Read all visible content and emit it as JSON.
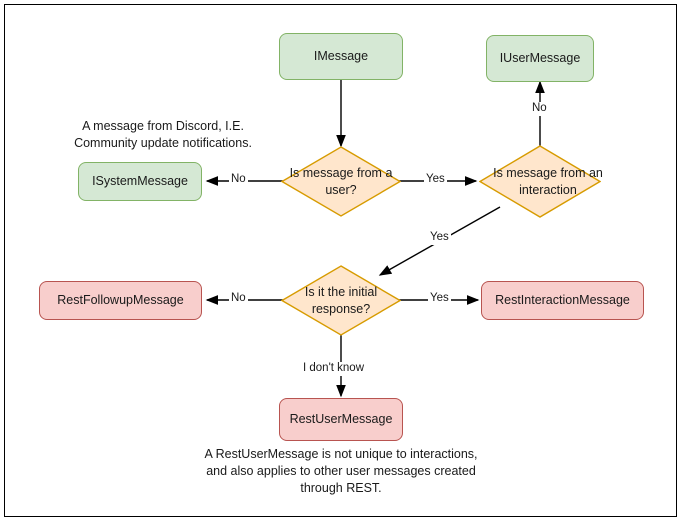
{
  "diagram": {
    "title": "Discord message type decision flowchart",
    "colors": {
      "green_fill": "#d5e8d4",
      "green_stroke": "#82b366",
      "orange_fill": "#ffe6cc",
      "orange_stroke": "#d79b00",
      "pink_fill": "#f8cecc",
      "pink_stroke": "#b85450",
      "edge_stroke": "#000000",
      "frame_stroke": "#000000"
    },
    "nodes": [
      {
        "id": "imessage",
        "label": "IMessage",
        "shape": "rounded-rect",
        "style": "green"
      },
      {
        "id": "iusermessage",
        "label": "IUserMessage",
        "shape": "rounded-rect",
        "style": "green"
      },
      {
        "id": "isystemmessage",
        "label": "ISystemMessage",
        "shape": "rounded-rect",
        "style": "green"
      },
      {
        "id": "is-message-from-a-user",
        "label": "Is message from a user?",
        "shape": "diamond",
        "style": "orange"
      },
      {
        "id": "is-message-from-an-interaction",
        "label": "Is message from an interaction",
        "shape": "diamond",
        "style": "orange"
      },
      {
        "id": "is-it-the-initial-response",
        "label": "Is it the initial response?",
        "shape": "diamond",
        "style": "orange"
      },
      {
        "id": "restfollowupmessage",
        "label": "RestFollowupMessage",
        "shape": "rounded-rect",
        "style": "pink"
      },
      {
        "id": "restinteractionmessage",
        "label": "RestInteractionMessage",
        "shape": "rounded-rect",
        "style": "pink"
      },
      {
        "id": "restusermessage",
        "label": "RestUserMessage",
        "shape": "rounded-rect",
        "style": "pink"
      }
    ],
    "edges": [
      {
        "from": "imessage",
        "to": "is-message-from-a-user",
        "label": ""
      },
      {
        "from": "is-message-from-a-user",
        "to": "isystemmessage",
        "label": "No"
      },
      {
        "from": "is-message-from-a-user",
        "to": "is-message-from-an-interaction",
        "label": "Yes"
      },
      {
        "from": "is-message-from-an-interaction",
        "to": "iusermessage",
        "label": "No"
      },
      {
        "from": "is-message-from-an-interaction",
        "to": "is-it-the-initial-response",
        "label": "Yes"
      },
      {
        "from": "is-it-the-initial-response",
        "to": "restfollowupmessage",
        "label": "No"
      },
      {
        "from": "is-it-the-initial-response",
        "to": "restinteractionmessage",
        "label": "Yes"
      },
      {
        "from": "is-it-the-initial-response",
        "to": "restusermessage",
        "label": "I don't know"
      }
    ],
    "notes": [
      {
        "id": "system-message-note",
        "line1": "A message from Discord, I.E.",
        "line2": "Community update notifications."
      },
      {
        "id": "rest-user-message-note",
        "line1": "A RestUserMessage is not unique to interactions,",
        "line2": "and also applies to other user messages created",
        "line3": "through REST."
      }
    ],
    "edge_labels": {
      "user_no": "No",
      "user_yes": "Yes",
      "interaction_no": "No",
      "interaction_yes": "Yes",
      "initial_no": "No",
      "initial_yes": "Yes",
      "initial_unknown": "I don't know"
    },
    "node_labels": {
      "imessage": "IMessage",
      "iusermessage": "IUserMessage",
      "isystemmessage": "ISystemMessage",
      "q_user": "Is message from a user?",
      "q_interaction": "Is message from an interaction",
      "q_initial": "Is it the initial response?",
      "restfollowupmessage": "RestFollowupMessage",
      "restinteractionmessage": "RestInteractionMessage",
      "restusermessage": "RestUserMessage"
    }
  }
}
